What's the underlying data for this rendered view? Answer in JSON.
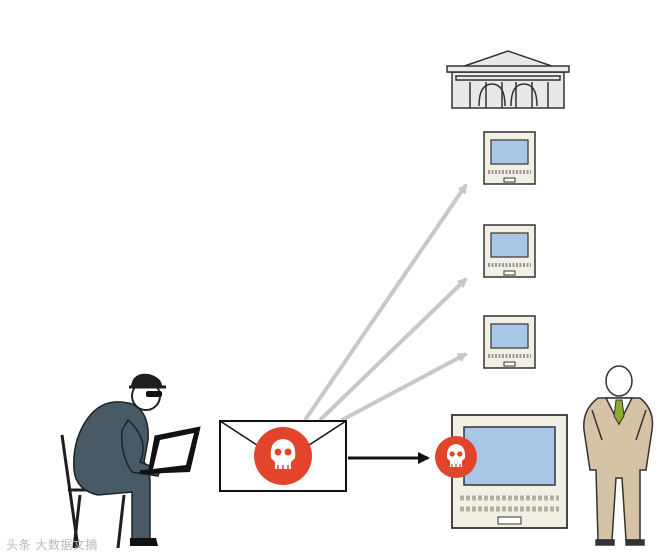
{
  "diagram": {
    "description_free": true,
    "nodes": [
      "hacker",
      "malicious-email",
      "bank-building",
      "terminal-1",
      "terminal-2",
      "terminal-3",
      "victim-computer",
      "businessman"
    ],
    "edges": [
      {
        "from": "malicious-email",
        "to": "terminal-1",
        "style": "light"
      },
      {
        "from": "malicious-email",
        "to": "terminal-2",
        "style": "light"
      },
      {
        "from": "malicious-email",
        "to": "terminal-3",
        "style": "light"
      },
      {
        "from": "malicious-email",
        "to": "victim-computer",
        "style": "dark"
      }
    ]
  },
  "colors": {
    "skull_red": "#e2452c",
    "screen_blue": "#a8c6e6",
    "hacker_suit": "#485a66",
    "businessman_suit": "#d6c3a6",
    "tie_green": "#8aab2e",
    "light_arrow": "#c8c8c8",
    "dark_arrow": "#111111"
  },
  "watermark": "头条 大数据文摘"
}
